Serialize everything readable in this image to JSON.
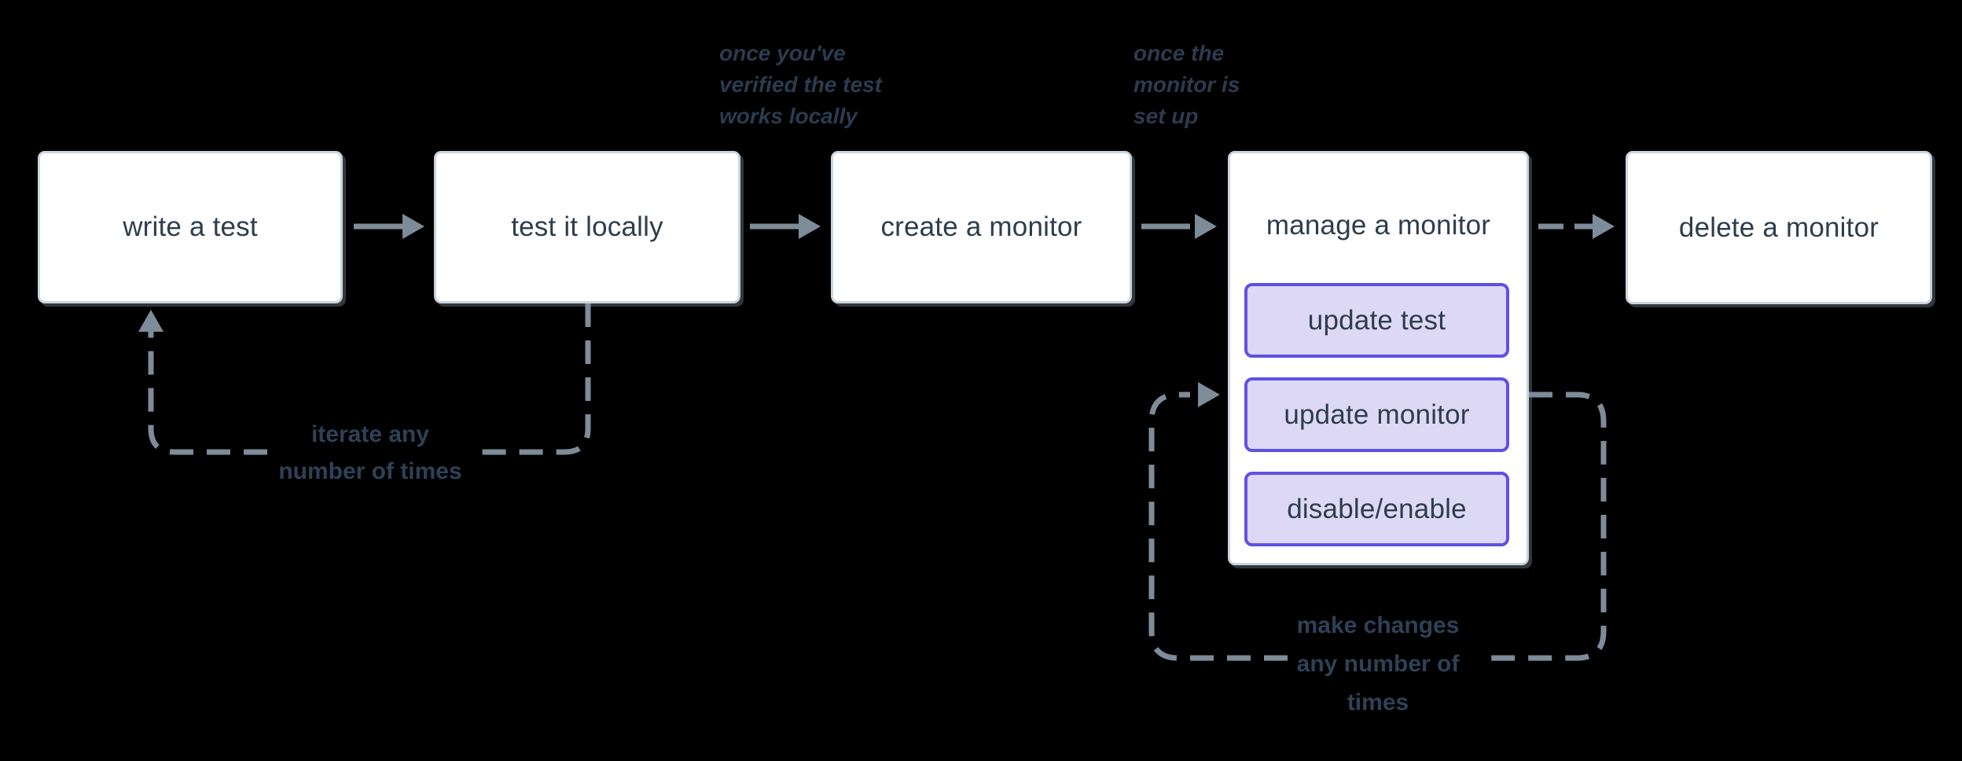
{
  "diagram": {
    "nodes": [
      {
        "id": "write-test",
        "label": "write a test"
      },
      {
        "id": "test-locally",
        "label": "test it locally"
      },
      {
        "id": "create-monitor",
        "label": "create a monitor"
      },
      {
        "id": "manage-monitor",
        "label": "manage a monitor"
      },
      {
        "id": "delete-monitor",
        "label": "delete a monitor"
      }
    ],
    "manage_actions": [
      {
        "label": "update test"
      },
      {
        "label": "update monitor"
      },
      {
        "label": "disable/enable"
      }
    ],
    "annotations": {
      "verified": "once you've\nverified the test\nworks locally",
      "setup": "once the\nmonitor is\nset up"
    },
    "loop_labels": {
      "iterate": "iterate any\nnumber of times",
      "make_changes": "make changes\nany number of\ntimes"
    },
    "colors": {
      "background": "#000000",
      "node_fill": "#ffffff",
      "node_border": "#c9d4df",
      "node_text": "#2e3d4d",
      "action_fill": "#ded8f7",
      "action_border": "#5f51e3",
      "connector": "#7e8b99",
      "loop_label_text": "#2e4156",
      "annotation_text": "#2b3b4f"
    }
  }
}
